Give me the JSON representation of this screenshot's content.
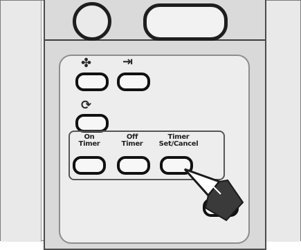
{
  "remote": {
    "timer_group": {
      "on_timer_label": [
        "On",
        "Timer"
      ],
      "off_timer_label": [
        "Off",
        "Timer"
      ],
      "timer_set_label": [
        "Timer",
        "Set/Cancel"
      ]
    },
    "icons": {
      "fan_speed": "fan-speed-icon",
      "swing": "swing-icon",
      "mode": "mode-icon"
    },
    "colors": {
      "button_border": "#111111",
      "panel": "#ededed",
      "hand": "#3a3a3a"
    }
  }
}
